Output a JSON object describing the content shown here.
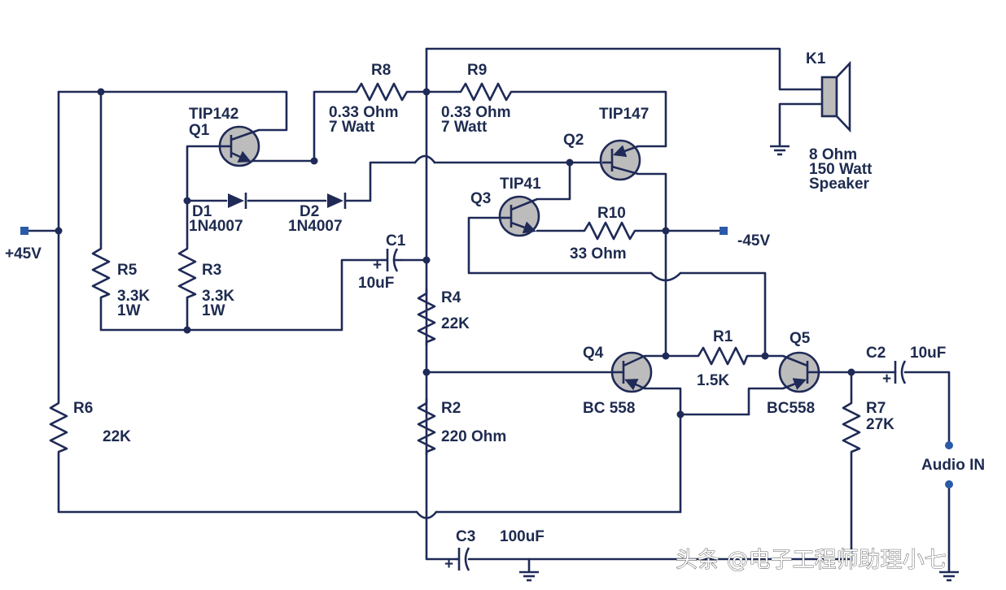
{
  "labels": {
    "pos45": "+45V",
    "neg45": "-45V",
    "r5": "R5",
    "r5_val": "3.3K",
    "r5_w": "1W",
    "r3": "R3",
    "r3_val": "3.3K",
    "r3_w": "1W",
    "r6": "R6",
    "r6_val": "22K",
    "q1_type": "TIP142",
    "q1": "Q1",
    "d1": "D1",
    "d1_part": "1N4007",
    "d2": "D2",
    "d2_part": "1N4007",
    "r8": "R8",
    "r8_val": "0.33 Ohm",
    "r8_w": "7 Watt",
    "r9": "R9",
    "r9_val": "0.33 Ohm",
    "r9_w": "7 Watt",
    "k1": "K1",
    "k1_imp": "8 Ohm",
    "k1_w": "150 Watt",
    "k1_name": "Speaker",
    "q2_type": "TIP147",
    "q2": "Q2",
    "q3_type": "TIP41",
    "q3": "Q3",
    "r10": "R10",
    "r10_val": "33 Ohm",
    "c1": "C1",
    "c1_val": "10uF",
    "c1_plus": "+",
    "r4": "R4",
    "r4_val": "22K",
    "r2": "R2",
    "r2_val": "220 Ohm",
    "q4": "Q4",
    "q4_type": "BC 558",
    "r1": "R1",
    "r1_val": "1.5K",
    "q5": "Q5",
    "q5_type": "BC558",
    "c2": "C2",
    "c2_val": "10uF",
    "c2_plus": "+",
    "r7": "R7",
    "r7_val": "27K",
    "audio_in": "Audio IN",
    "c3": "C3",
    "c3_val": "100uF",
    "c3_plus": "+"
  },
  "watermark": "头条 @电子工程师助理小七",
  "colors": {
    "wire": "#1f2a57",
    "text": "#1e2b50",
    "terminal": "#2b5aa8",
    "transistor_fill": "#bcbcbc"
  }
}
